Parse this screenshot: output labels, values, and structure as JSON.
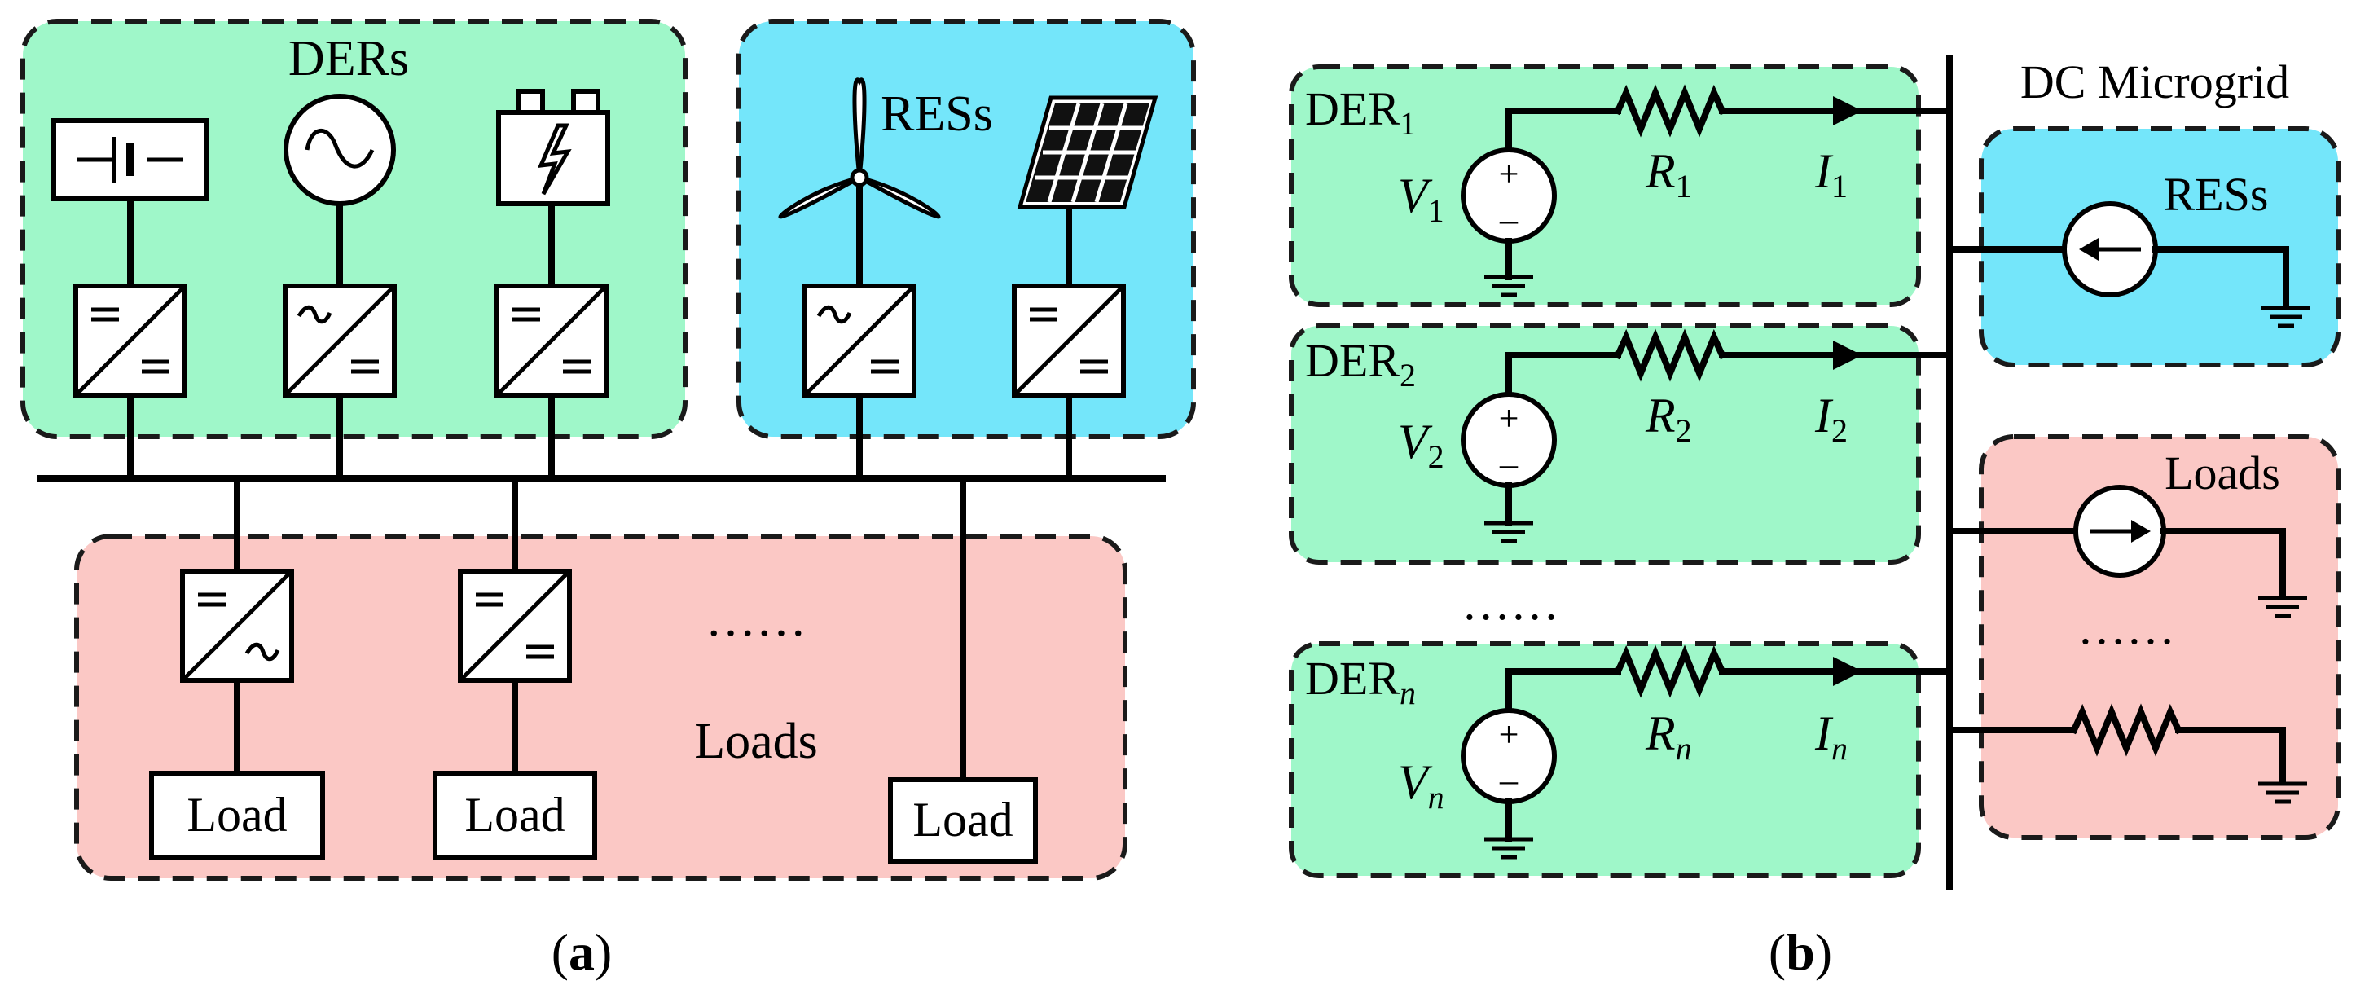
{
  "panel_a": {
    "ders_label": "DERs",
    "ress_label": "RESs",
    "loads_label": "Loads",
    "load_box_labels": [
      "Load",
      "Load",
      "Load"
    ],
    "ellipsis": "……",
    "caption_open": "(",
    "caption_letter": "a",
    "caption_close": ")"
  },
  "panel_b": {
    "bus_label": "DC Microgrid",
    "ress_label": "RESs",
    "loads_label": "Loads",
    "ellipsis_sources": "……",
    "ellipsis_loads": "……",
    "plus_sign": "+",
    "minus_sign": "–",
    "der_branches": [
      {
        "der": "DER",
        "sub": "1",
        "v": "V",
        "r": "R",
        "i": "I"
      },
      {
        "der": "DER",
        "sub": "2",
        "v": "V",
        "r": "R",
        "i": "I"
      },
      {
        "der": "DER",
        "sub": "n",
        "v": "V",
        "r": "R",
        "i": "I"
      }
    ],
    "caption_open": "(",
    "caption_letter": "b",
    "caption_close": ")"
  },
  "colors": {
    "der_region": "#9ff7c9",
    "res_region": "#74e6fa",
    "load_region": "#fbc8c5"
  },
  "icons": [
    "battery-icon",
    "ac-generator-icon",
    "fuel-cell-icon",
    "wind-turbine-icon",
    "solar-panel-icon",
    "converter-icon",
    "voltage-source-icon",
    "current-source-icon",
    "resistor-icon",
    "ground-icon"
  ]
}
